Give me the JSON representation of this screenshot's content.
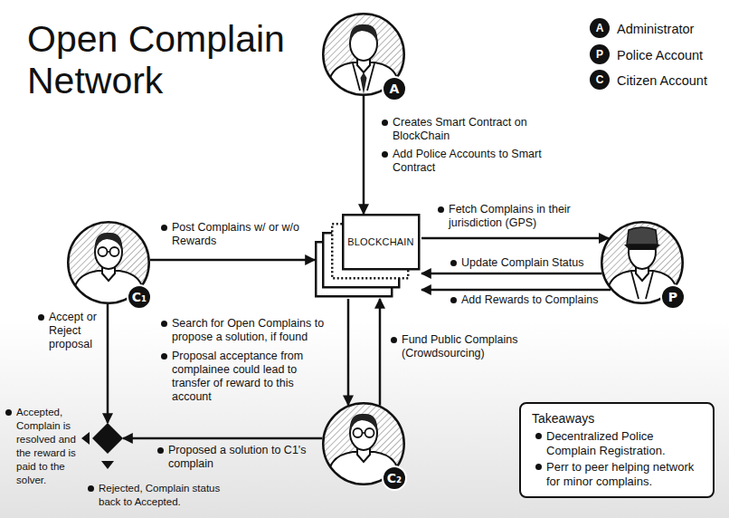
{
  "diagram": {
    "title": "Open Complain Network",
    "nodes": [
      {
        "text": [
          "A"
        ]
      },
      {
        "text": [
          "C₁"
        ]
      },
      {
        "text": [
          "BLOCKCHAIN"
        ]
      },
      {
        "text": [
          "P"
        ]
      },
      {
        "text": [
          "Accepted, Complain is resolved and the reward is paid to the solver.",
          "Rejected, Complain status back to Accepted."
        ]
      },
      {
        "text": [
          "C₂"
        ]
      },
      {
        "text": [
          "Takeaways",
          "Decentralized Police Complain Registration.",
          "Perr to peer helping network for minor complains."
        ]
      }
    ],
    "edges": [
      {
        "from": 0,
        "to": 2,
        "arrow": "to",
        "label": "Creates Smart Contract on BlockChain"
      },
      {
        "from": 1,
        "to": 2,
        "arrow": "to",
        "label": "Post Complains w/ or w/o Rewards"
      },
      {
        "from": 2,
        "to": 3,
        "arrow": "to",
        "label": "Fetch Complains in their jurisdiction (GPS)"
      },
      {
        "from": 3,
        "to": 2,
        "arrow": "to",
        "label": "Update Complain Status"
      },
      {
        "from": 3,
        "to": 2,
        "arrow": "to",
        "label": "Add Rewards to Complains"
      },
      {
        "from": 2,
        "to": 5,
        "arrow": "to",
        "label": "Search for Open Complains to propose a solution, if found"
      },
      {
        "from": 5,
        "to": 2,
        "arrow": "to",
        "label": "Fund Public Complains (Crowdsourcing)"
      },
      {
        "from": 1,
        "to": 4,
        "arrow": "to",
        "label": "Accept or Reject proposal"
      },
      {
        "from": 5,
        "to": 4,
        "arrow": "to",
        "label": "Proposed a solution to C1's complain"
      }
    ],
    "labels": [
      "Add Police Accounts to Smart Contract",
      "Proposal acceptance from complainee could lead to transfer of reward to this account",
      "A",
      "P",
      "C"
    ],
    "legend": [
      {
        "text": "Administrator"
      },
      {
        "text": "Police Account"
      },
      {
        "text": "Citizen Account"
      }
    ]
  }
}
